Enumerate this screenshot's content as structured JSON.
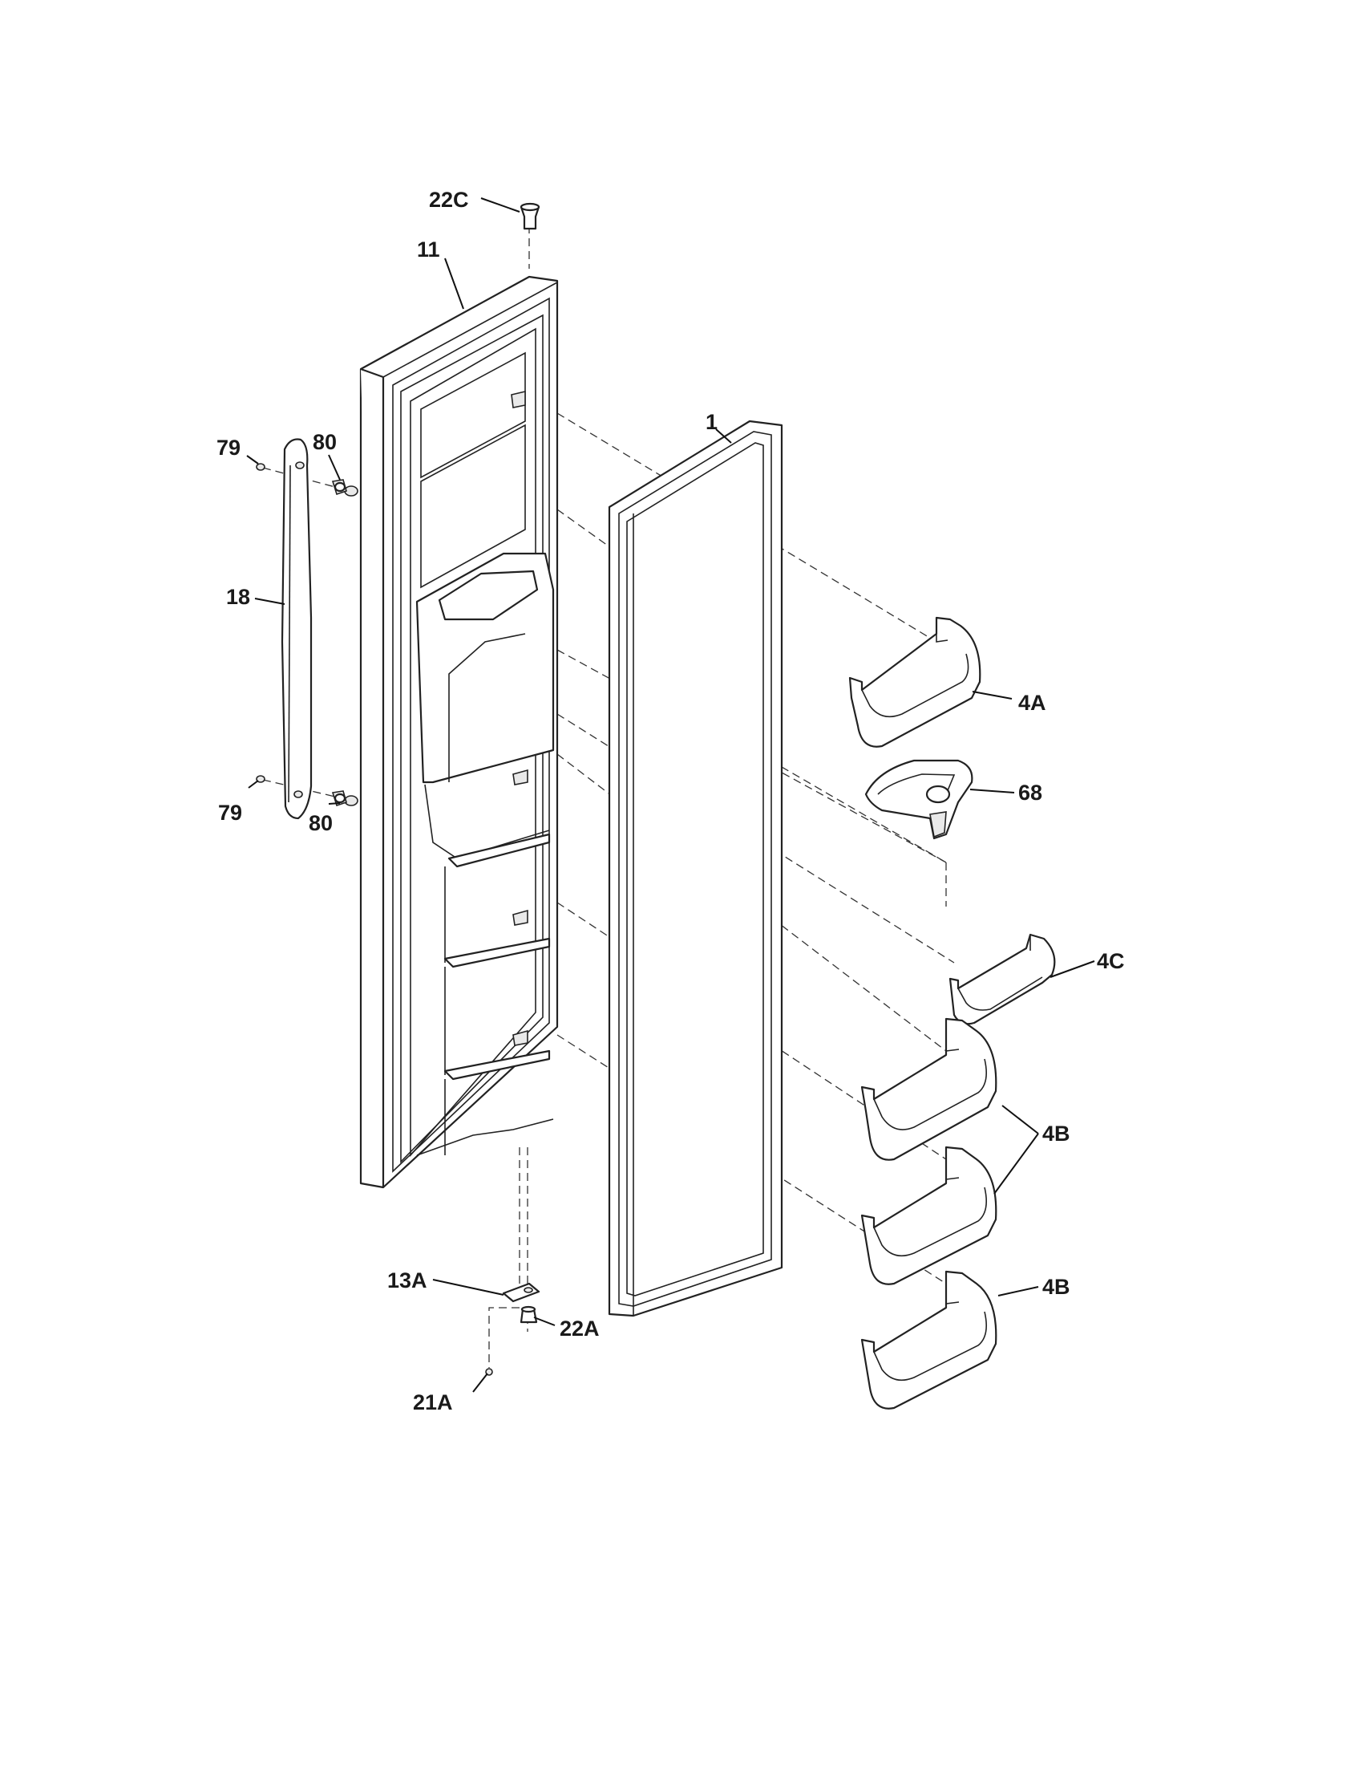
{
  "diagram": {
    "callouts": {
      "c22C": "22C",
      "c11": "11",
      "c1": "1",
      "c79_top": "79",
      "c80_top": "80",
      "c18": "18",
      "c79_bottom": "79",
      "c80_bottom": "80",
      "c4A": "4A",
      "c68": "68",
      "c4C": "4C",
      "c4B_pair": "4B",
      "c4B_single": "4B",
      "c13A": "13A",
      "c22A": "22A",
      "c21A": "21A"
    }
  }
}
